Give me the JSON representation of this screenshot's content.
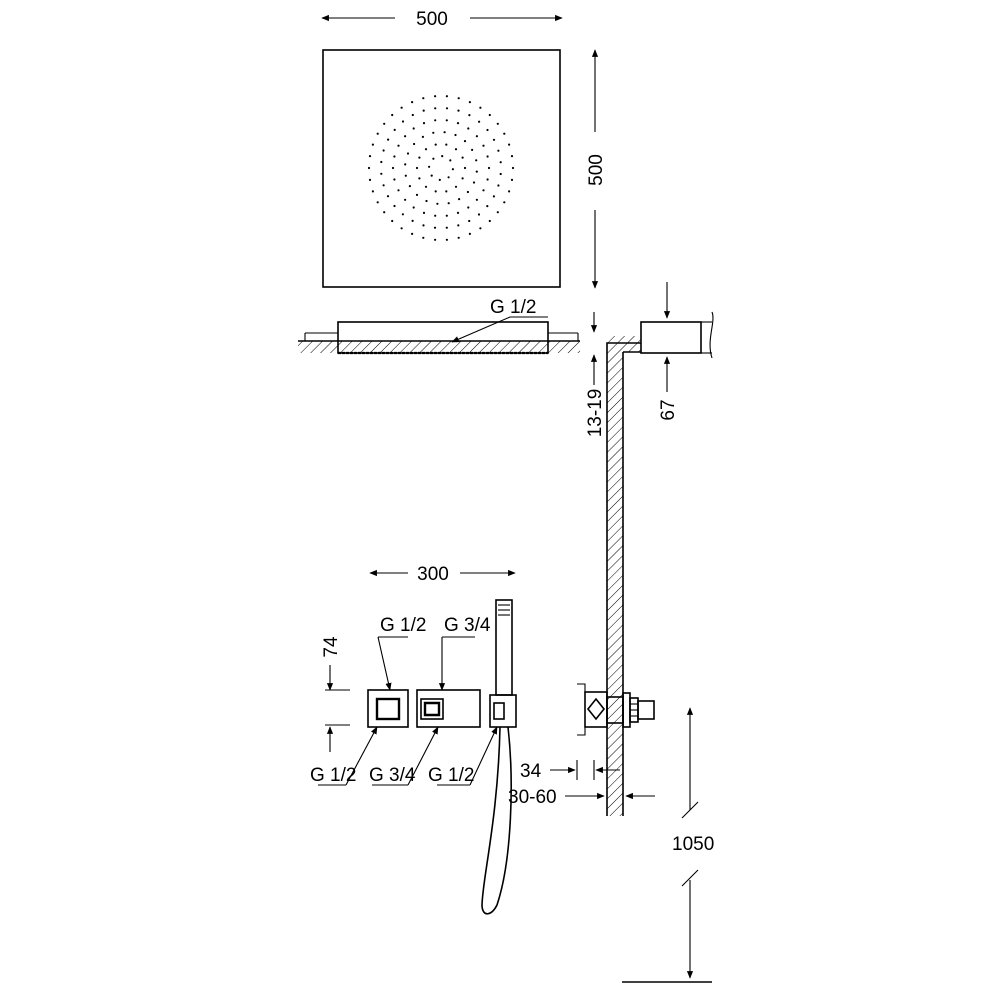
{
  "shower_head": {
    "width_label": "500",
    "height_label": "500",
    "connection_label": "G 1/2"
  },
  "ceiling_section": {
    "recess_label": "13-19",
    "depth_label": "67"
  },
  "control_panel": {
    "width_label": "300",
    "height_label": "74",
    "valve_left_top_label": "G 1/2",
    "valve_right_top_label": "G 3/4",
    "outlet_left_label": "G 1/2",
    "outlet_middle_label": "G 3/4",
    "outlet_right_label": "G 1/2"
  },
  "wall_section": {
    "offset_label": "34",
    "depth_range_label": "30-60",
    "height_label": "1050"
  },
  "colors": {
    "line": "#000000",
    "background": "#ffffff"
  }
}
